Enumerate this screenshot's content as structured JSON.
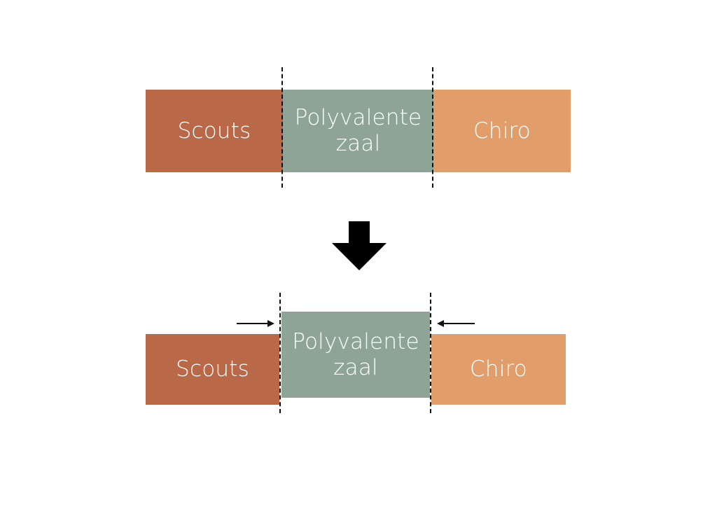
{
  "colors": {
    "scouts": "#b96947",
    "polyvalente": "#8da497",
    "chiro": "#e29e6a",
    "arrow": "#000000"
  },
  "top_row": {
    "scouts_label": "Scouts",
    "polyvalente_line1": "Polyvalente",
    "polyvalente_line2": "zaal",
    "chiro_label": "Chiro"
  },
  "bottom_row": {
    "scouts_label": "Scouts",
    "polyvalente_line1": "Polyvalente",
    "polyvalente_line2": "zaal",
    "chiro_label": "Chiro"
  },
  "icons": {
    "transition": "down-arrow-icon",
    "shrink_left": "right-arrow-icon",
    "shrink_right": "left-arrow-icon"
  }
}
